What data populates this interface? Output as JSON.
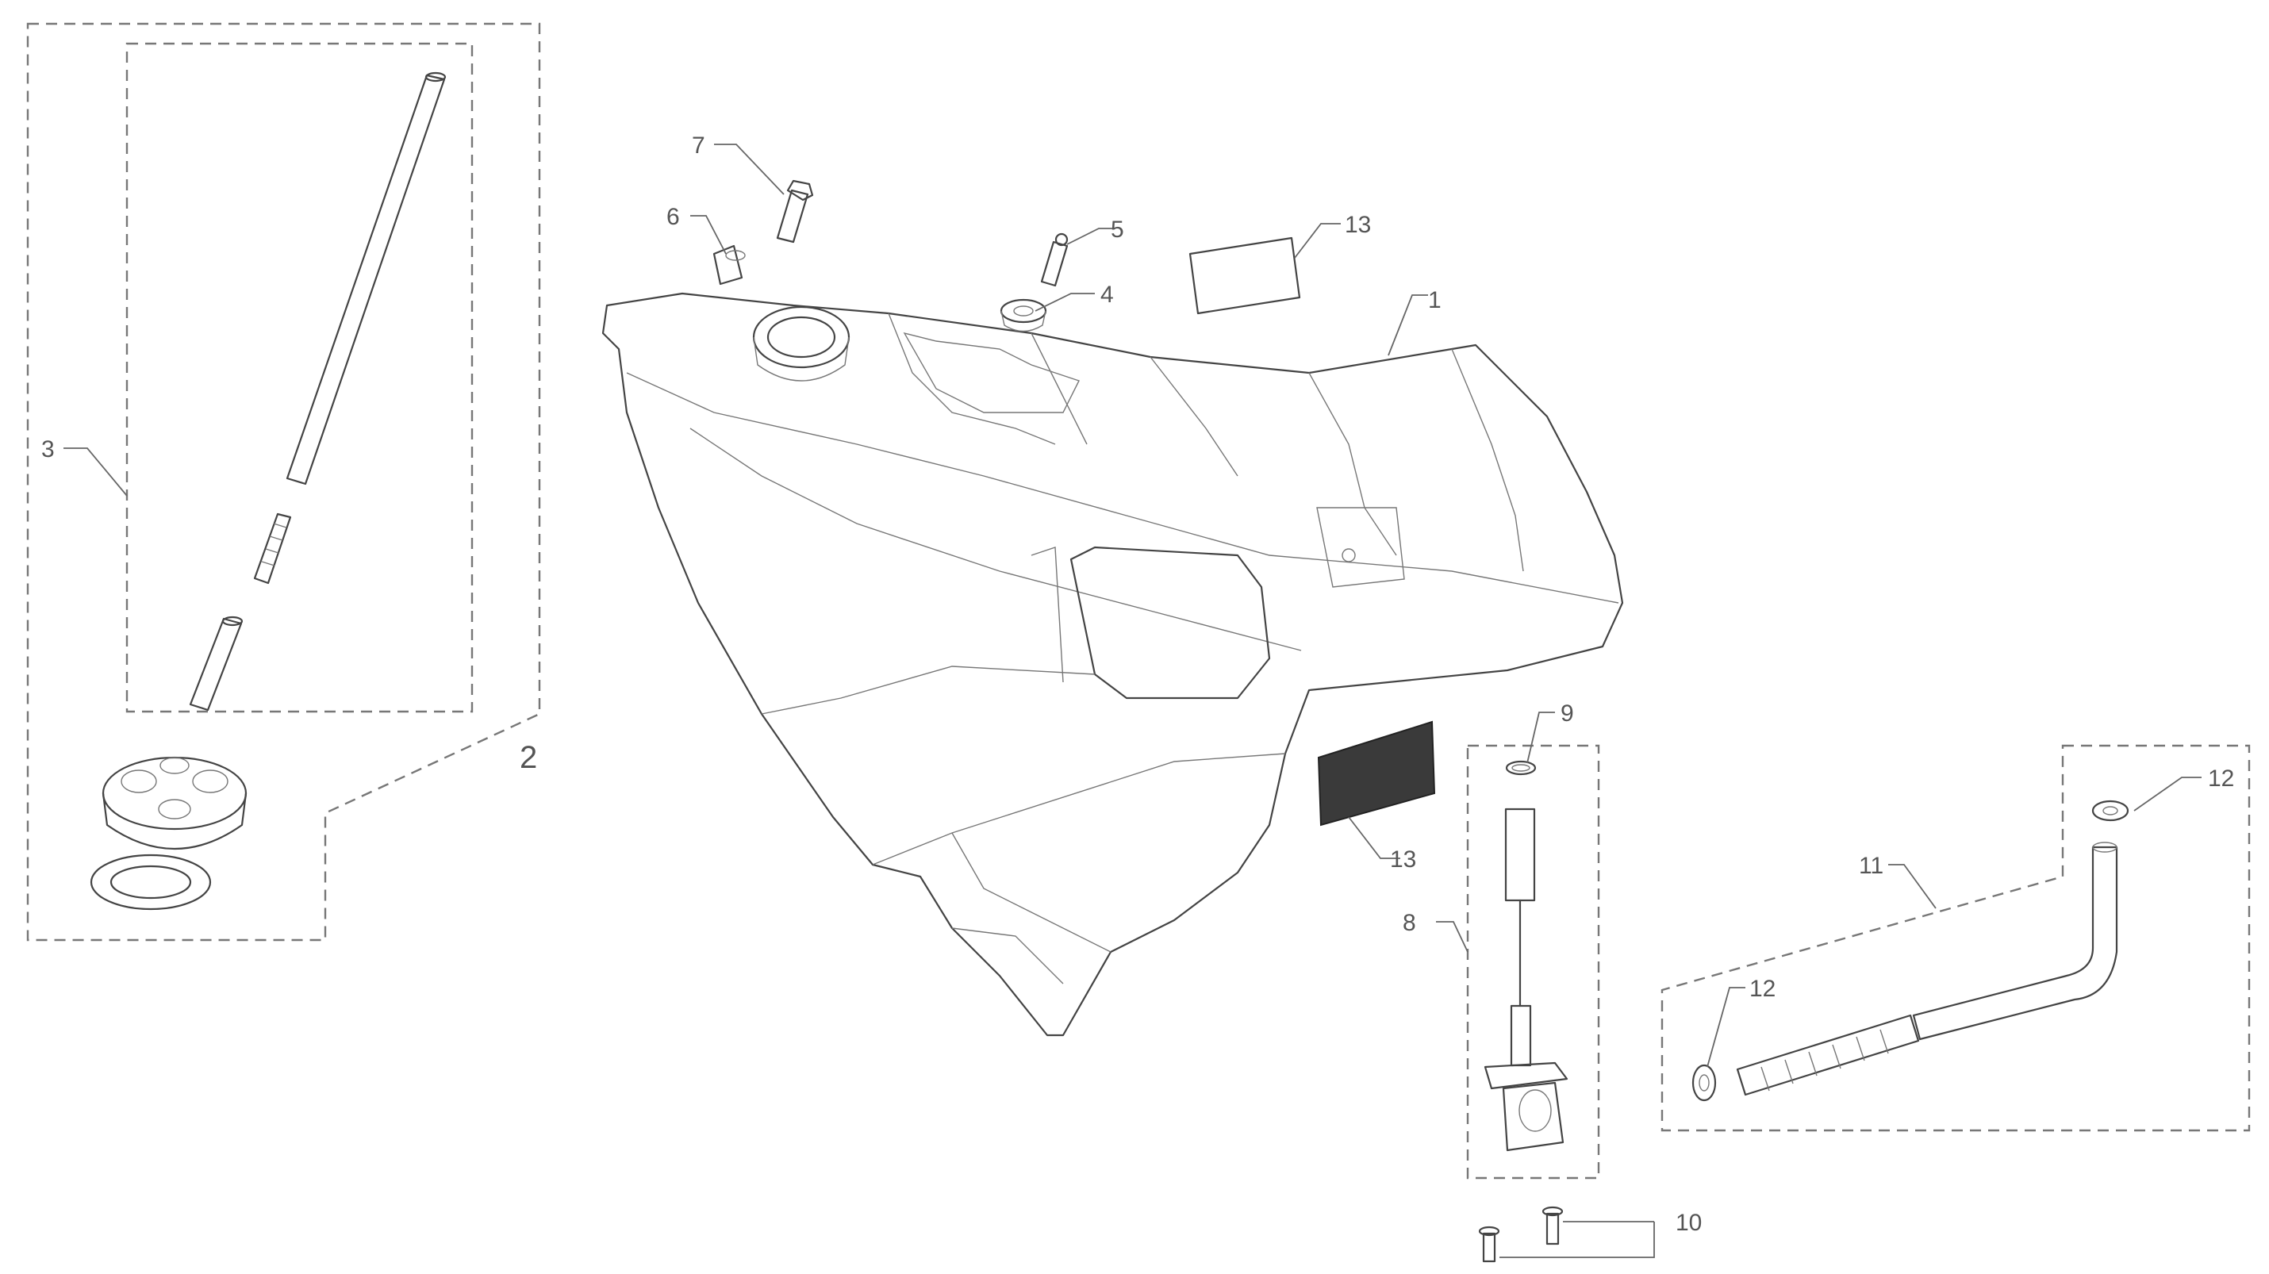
{
  "callouts": {
    "n1": "1",
    "n2": "2",
    "n3": "3",
    "n4": "4",
    "n5": "5",
    "n6": "6",
    "n7": "7",
    "n8": "8",
    "n9": "9",
    "n10": "10",
    "n11": "11",
    "n12a": "12",
    "n12b": "12",
    "n13a": "13",
    "n13b": "13"
  },
  "colors": {
    "line": "#444444",
    "label": "#555555",
    "background": "#ffffff"
  }
}
